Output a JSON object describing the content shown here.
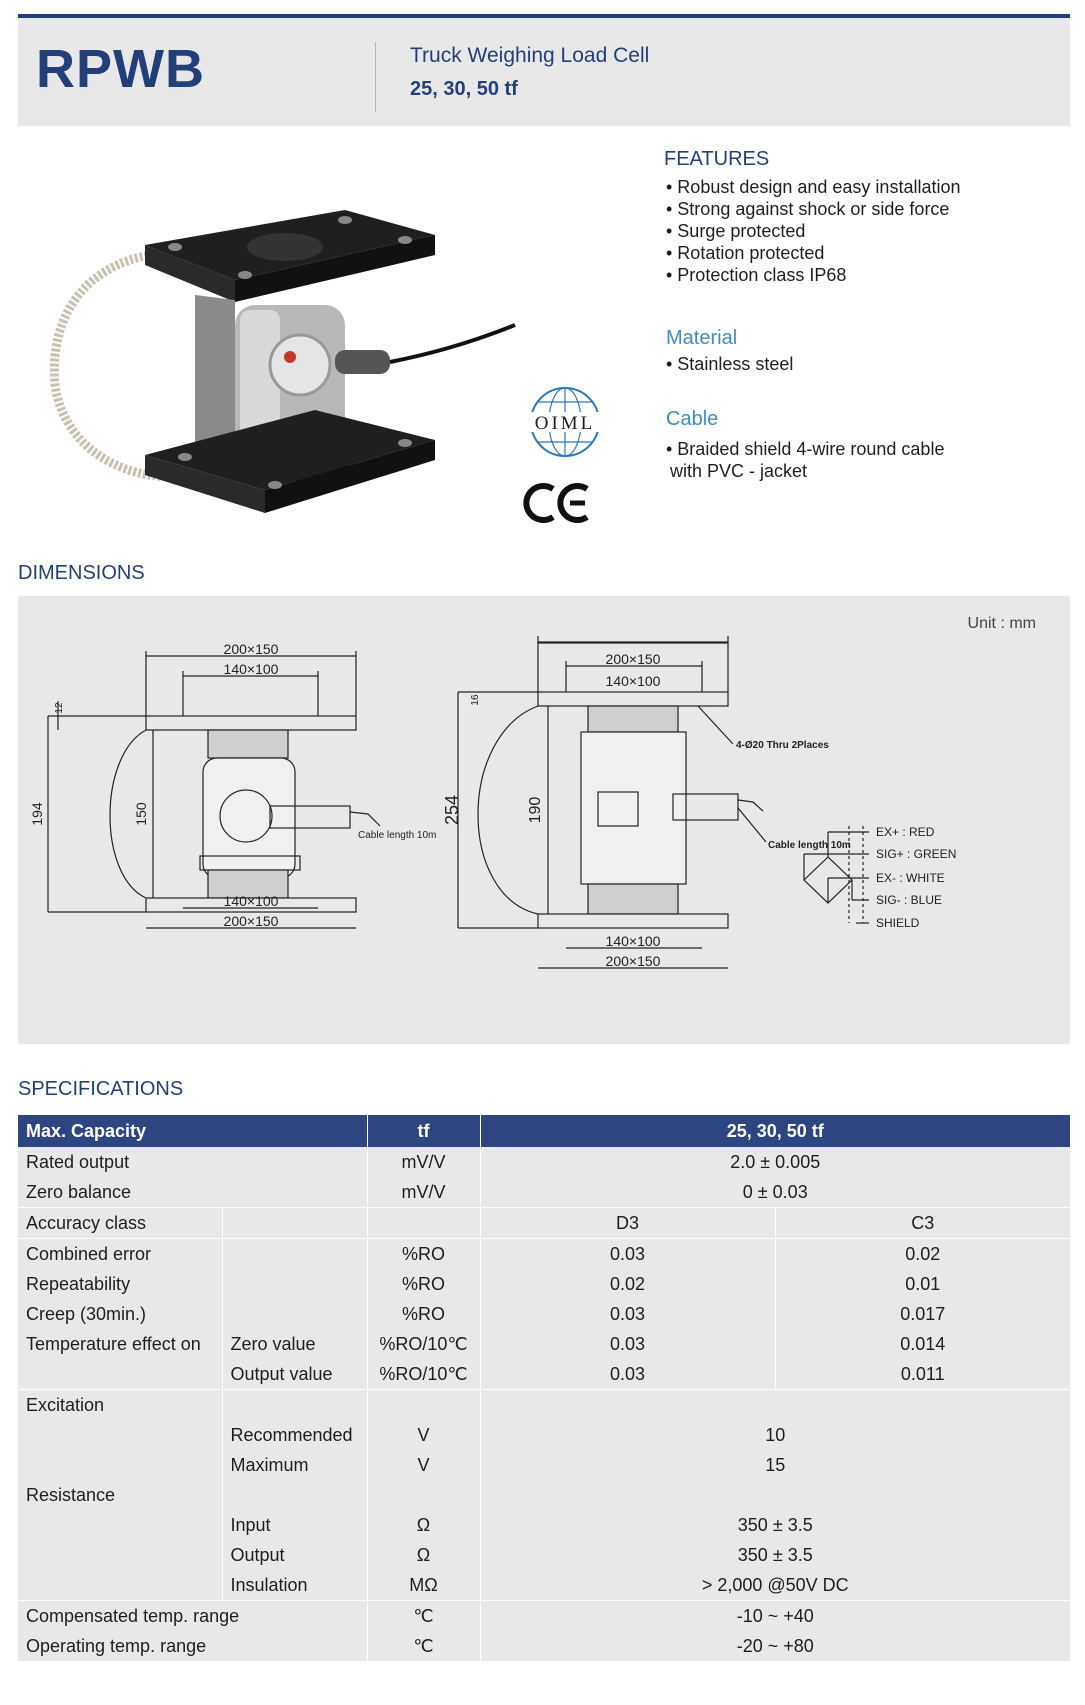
{
  "header": {
    "model": "RPWB",
    "subtitle": "Truck Weighing Load Cell",
    "capacities": "25, 30, 50 tf"
  },
  "certifications": {
    "oiml": "OIML",
    "ce": "CE"
  },
  "features": {
    "heading": "FEATURES",
    "items": [
      "• Robust design and easy installation",
      "• Strong against shock or side force",
      "• Surge protected",
      "• Rotation protected",
      "• Protection class IP68"
    ]
  },
  "material": {
    "heading": "Material",
    "items": [
      "• Stainless steel"
    ]
  },
  "cable": {
    "heading": "Cable",
    "line1": "• Braided shield 4-wire round cable",
    "line2": "with PVC - jacket"
  },
  "dimensions": {
    "heading": "DIMENSIONS",
    "unit": "Unit : mm",
    "left": {
      "top_outer": "200×150",
      "top_inner": "140×100",
      "bottom_inner": "140×100",
      "bottom_outer": "200×150",
      "height_total": "194",
      "height_body": "150",
      "plate": "12",
      "cable_length": "Cable length 10m"
    },
    "right": {
      "top_outer": "200×150",
      "top_inner": "140×100",
      "bottom_inner": "140×100",
      "bottom_outer": "200×150",
      "height_total": "254",
      "height_body": "190",
      "plate": "16",
      "holes": "4-Ø20 Thru 2Places",
      "cable_length": "Cable length 10m"
    },
    "wiring": [
      "EX+ : RED",
      "SIG+ : GREEN",
      "EX- : WHITE",
      "SIG- : BLUE",
      "SHIELD"
    ]
  },
  "specifications": {
    "heading": "SPECIFICATIONS",
    "head": {
      "label": "Max. Capacity",
      "unit": "tf",
      "value": "25, 30, 50 tf"
    },
    "rated_output": {
      "label": "Rated output",
      "unit": "mV/V",
      "value": "2.0 ± 0.005"
    },
    "zero_balance": {
      "label": "Zero balance",
      "unit": "mV/V",
      "value": "0 ± 0.03"
    },
    "accuracy": {
      "label": "Accuracy  class",
      "d3": "D3",
      "c3": "C3"
    },
    "combined": {
      "label": "Combined error",
      "unit": "%RO",
      "d3": "0.03",
      "c3": "0.02"
    },
    "repeatability": {
      "label": "Repeatability",
      "unit": "%RO",
      "d3": "0.02",
      "c3": "0.01"
    },
    "creep": {
      "label": "Creep (30min.)",
      "unit": "%RO",
      "d3": "0.03",
      "c3": "0.017"
    },
    "temp_effect": {
      "label": "Temperature effect on",
      "zero_label": "Zero value",
      "output_label": "Output  value",
      "unit": "%RO/10℃",
      "zero_d3": "0.03",
      "zero_c3": "0.014",
      "output_d3": "0.03",
      "output_c3": "0.011"
    },
    "excitation": {
      "label": "Excitation",
      "rec_label": "Recommended",
      "rec_unit": "V",
      "rec_value": "10",
      "max_label": "Maximum",
      "max_unit": "V",
      "max_value": "15"
    },
    "resistance": {
      "label": "Resistance",
      "input_label": "Input",
      "input_unit": "Ω",
      "input_value": "350 ± 3.5",
      "output_label": "Output",
      "output_unit": "Ω",
      "output_value": "350 ± 3.5",
      "insulation_label": "Insulation",
      "insulation_unit": "MΩ",
      "insulation_value": "> 2,000 @50V DC"
    },
    "comp_temp": {
      "label": "Compensated temp. range",
      "unit": "℃",
      "value": "-10 ~ +40"
    },
    "oper_temp": {
      "label": "Operating temp. range",
      "unit": "℃",
      "value": "-20 ~ +80"
    }
  }
}
